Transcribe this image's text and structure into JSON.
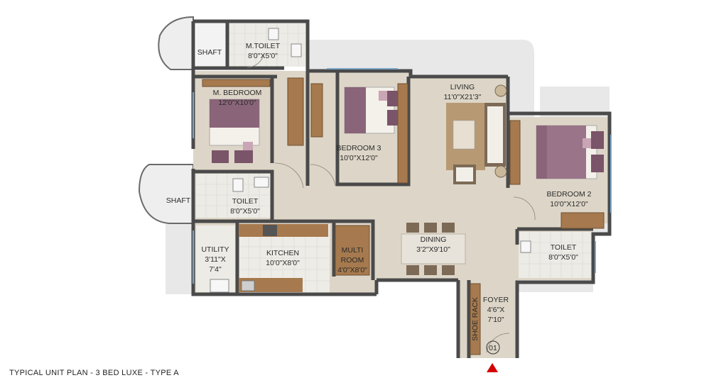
{
  "caption": "TYPICAL UNIT PLAN - 3 BED LUXE - TYPE A",
  "rooms": {
    "shaft_top": {
      "name": "SHAFT"
    },
    "m_toilet": {
      "name": "M.TOILET",
      "dims": "8'0\"X5'0\""
    },
    "m_bedroom": {
      "name": "M. BEDROOM",
      "dims": "12'0\"X10'0\""
    },
    "bedroom3": {
      "name": "BEDROOM 3",
      "dims": "10'0\"X12'0\""
    },
    "living": {
      "name": "LIVING",
      "dims": "11'0\"X21'3\""
    },
    "bedroom2": {
      "name": "BEDROOM 2",
      "dims": "10'0\"X12'0\""
    },
    "shaft_bottom": {
      "name": "SHAFT"
    },
    "toilet_left": {
      "name": "TOILET",
      "dims": "8'0\"X5'0\""
    },
    "utility": {
      "name": "UTILITY",
      "dims_l1": "3'11\"X",
      "dims_l2": "7'4\""
    },
    "kitchen": {
      "name": "KITCHEN",
      "dims": "10'0\"X8'0\""
    },
    "multi_room": {
      "name_l1": "MULTI",
      "name_l2": "ROOM",
      "dims": "4'0\"X8'0\""
    },
    "dining": {
      "name": "DINING",
      "dims": "3'2\"X9'10\""
    },
    "toilet_right": {
      "name": "TOILET",
      "dims": "8'0\"X5'0\""
    },
    "foyer": {
      "name": "FOYER",
      "dims_l1": "4'6\"X",
      "dims_l2": "7'10\""
    },
    "shoe_rack": {
      "name": "SHOE RACK"
    }
  },
  "entrance": {
    "number": "01"
  },
  "colors": {
    "wall": "#4a4a4a",
    "floor": "#ddd6c8",
    "wet_floor": "#eceae4",
    "balcony": "#e9e9e9",
    "wood": "#a67a4e",
    "bed": "#8a6478",
    "entry_marker": "#d40000"
  }
}
